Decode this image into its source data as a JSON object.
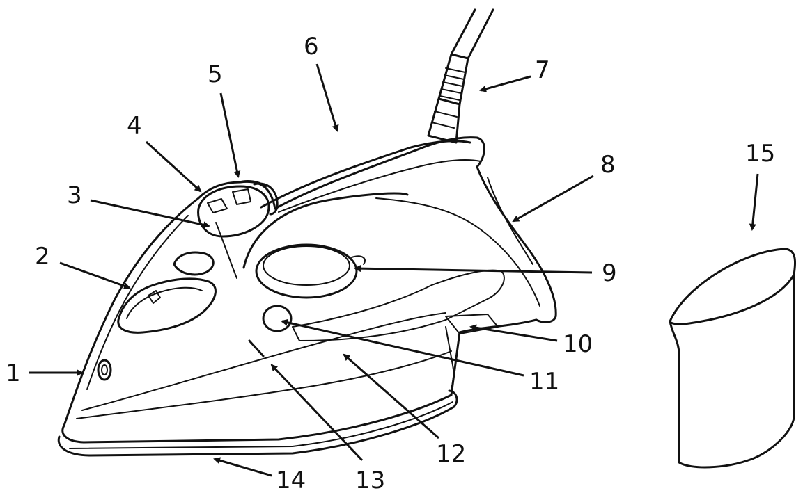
{
  "callouts": [
    {
      "id": "1",
      "label": "1"
    },
    {
      "id": "2",
      "label": "2"
    },
    {
      "id": "3",
      "label": "3"
    },
    {
      "id": "4",
      "label": "4"
    },
    {
      "id": "5",
      "label": "5"
    },
    {
      "id": "6",
      "label": "6"
    },
    {
      "id": "7",
      "label": "7"
    },
    {
      "id": "8",
      "label": "8"
    },
    {
      "id": "9",
      "label": "9"
    },
    {
      "id": "10",
      "label": "10"
    },
    {
      "id": "11",
      "label": "11"
    },
    {
      "id": "12",
      "label": "12"
    },
    {
      "id": "13",
      "label": "13"
    },
    {
      "id": "14",
      "label": "14"
    },
    {
      "id": "15",
      "label": "15"
    }
  ],
  "colors": {
    "line": "#111111",
    "background": "#ffffff"
  }
}
